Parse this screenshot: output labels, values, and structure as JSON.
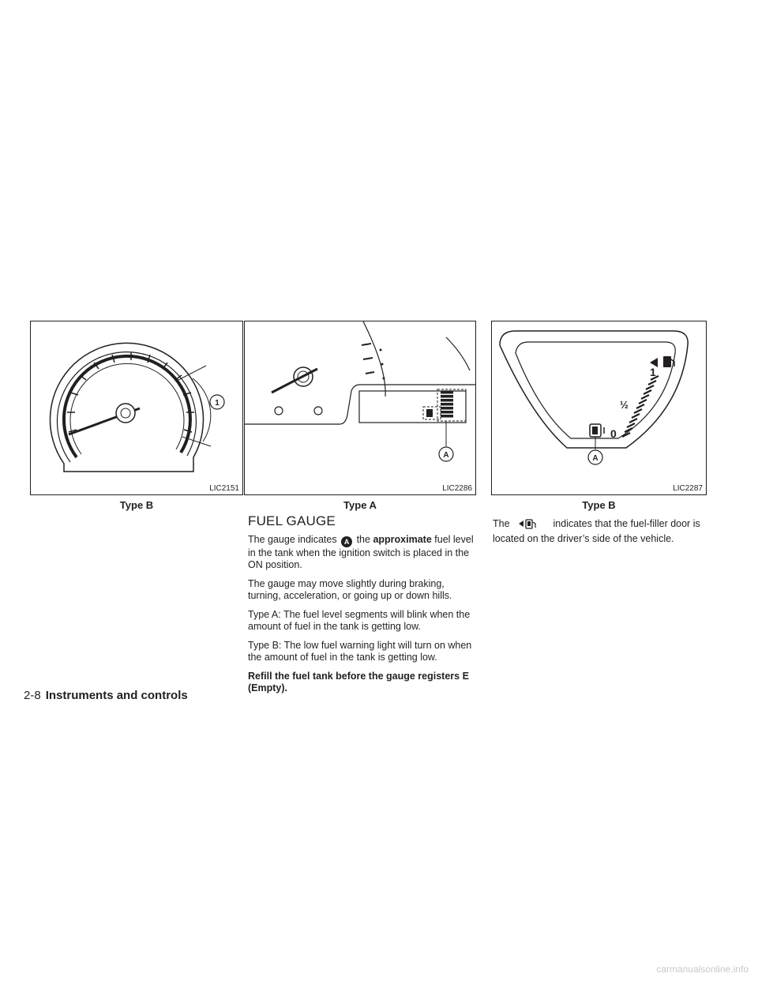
{
  "figures": [
    {
      "code": "LIC2151",
      "caption": "Type B",
      "callout": "1"
    },
    {
      "code": "LIC2286",
      "caption": "Type A",
      "callout": "A"
    },
    {
      "code": "LIC2287",
      "caption": "Type B",
      "callout": "A",
      "scale_full": "1",
      "scale_half": "½",
      "scale_empty": "0"
    }
  ],
  "section": {
    "heading": "FUEL GAUGE",
    "p1_prefix": "The gauge indicates",
    "p1_callout": "A",
    "p1_mid": "the",
    "p1_bold": "approximate",
    "p1_suffix": "fuel level in the tank when the ignition switch is placed in the ON position.",
    "p2": "The gauge may move slightly during braking, turning, acceleration, or going up or down hills.",
    "p3": "Type A: The fuel level segments will blink when the amount of fuel in the tank is getting low.",
    "p4": "Type B: The low fuel warning light will turn on when the amount of fuel in the tank is getting low.",
    "p5_bold": "Refill the fuel tank before the gauge registers E (Empty)."
  },
  "right_column": {
    "prefix": "The",
    "icon": "fuel-door-side-arrow-icon",
    "suffix": "indicates that the fuel-filler door is located on the driver’s side of the vehicle."
  },
  "footer": {
    "page": "2-8",
    "title": "Instruments and controls"
  },
  "watermark": "carmanualsonline.info"
}
